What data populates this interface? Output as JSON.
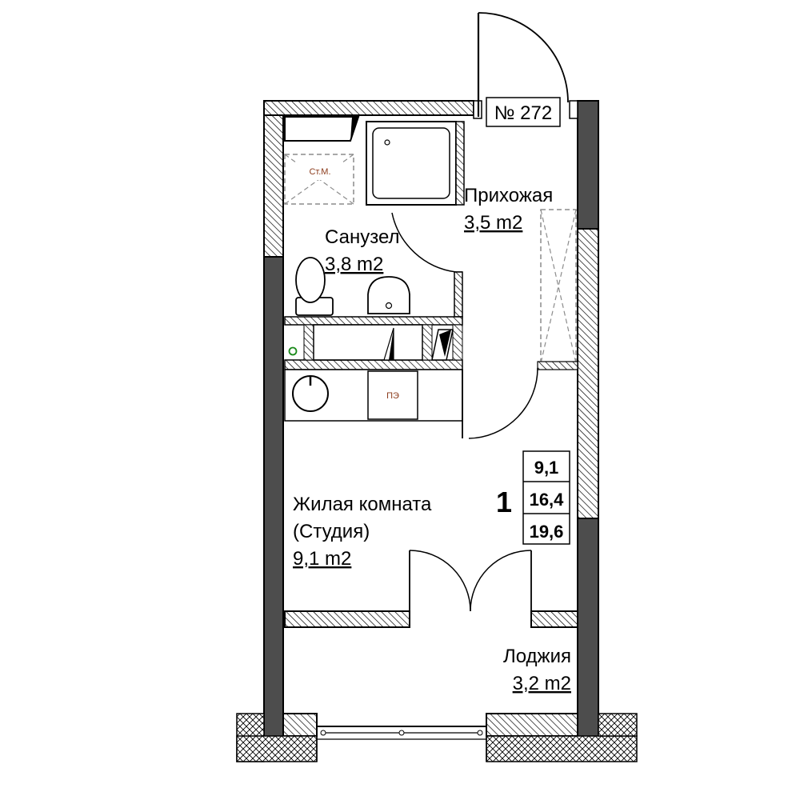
{
  "apartment": {
    "number_label": "№ 272",
    "rooms_count": "1",
    "area_living": "9,1",
    "area_total_no_loggia": "16,4",
    "area_total": "19,6"
  },
  "rooms": {
    "hallway": {
      "name": "Прихожая",
      "area": "3,5 m2"
    },
    "bathroom": {
      "name": "Санузел",
      "area": "3,8 m2"
    },
    "living": {
      "name": "Жилая комната",
      "subname": "(Студия)",
      "area": "9,1 m2"
    },
    "loggia": {
      "name": "Лоджия",
      "area": "3,2 m2"
    }
  },
  "fixtures": {
    "riser_label": "Ст.М.",
    "electric_panel_label": "ПЭ"
  },
  "colors": {
    "line": "#000000",
    "wall_dark": "#4d4d4d",
    "hatch": "#000000",
    "fixture_label": "#8b3a1a",
    "marker": "#1a8a1a",
    "dashed": "#8c8c8c"
  }
}
